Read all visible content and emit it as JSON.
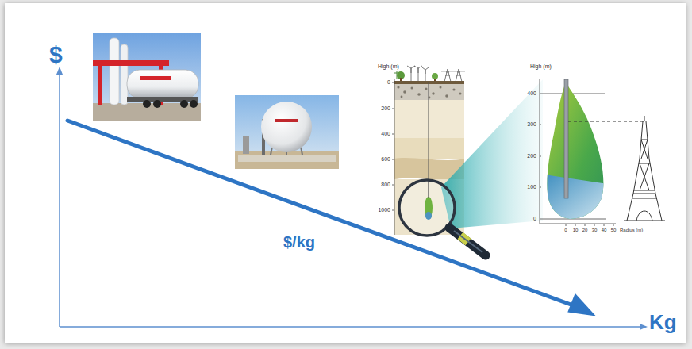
{
  "diagram": {
    "labels": [
      "$",
      "Kg",
      "$/kg",
      "High (m)",
      "0",
      "200",
      "400",
      "600",
      "800",
      "1000",
      "High (m)",
      "400",
      "300",
      "200",
      "100",
      "0",
      "0",
      "10",
      "20",
      "30",
      "40",
      "50",
      "Radius (m)"
    ]
  }
}
